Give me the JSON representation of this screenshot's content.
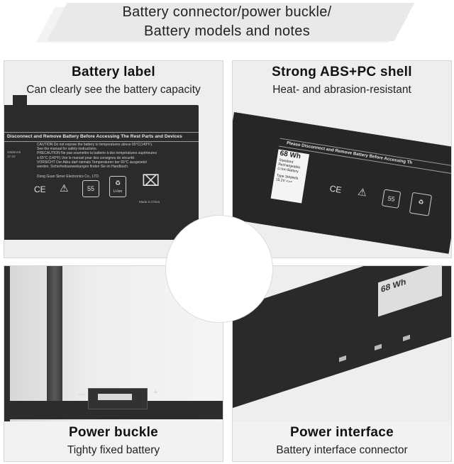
{
  "banner": {
    "line1": "Battery connector/power buckle/",
    "line2": "Battery models and notes"
  },
  "panels": [
    {
      "title": "Battery label",
      "subtitle": "Can clearly see the battery capacity"
    },
    {
      "title": "Strong ABS+PC shell",
      "subtitle": "Heat- and abrasion-resistant"
    },
    {
      "title": "Power buckle",
      "subtitle": "Tighty fixed battery"
    },
    {
      "title": "Power interface",
      "subtitle": "Battery interface connector"
    }
  ],
  "label": {
    "warning_header": "Disconnect and Remove Battery Before Accessing The Rest Parts and Devices",
    "caution": "CAUTION Do not expose the battery to temperatures above 65°C(149°F).",
    "see_manual": "See the manual for safety instructions.",
    "precaution": "PRECAUTION Ne pas soumettre la batterie à des températures supérieures",
    "precaution2": "à 65°C (149°F).Voir le manuel pour des consignes de sécurité.",
    "vorsicht": "VORSICHT Der Akku darf niemals Temperaturen ber 65°C ausgesetzt",
    "vorsicht2": "werden. Sicherheitsanweisungen finden Sie im Handbuch.",
    "maker": "Dong Guan Simer Electronics Co., LTD.",
    "capacity": "4250mAh",
    "voltage": "17.4V",
    "made_in": "Made in China",
    "li_ion": "Li-Ion",
    "ce": "CE",
    "cn": "55"
  },
  "shell_label": {
    "header": "Please Disconnect and Remove Battery Before Accessing Th",
    "wh": "68 Wh",
    "line1": "Standard",
    "line2": "Rechargeable",
    "line3": "Li-Ion Battery",
    "type": "Type 3HWHN",
    "volt": "15.2V ==="
  },
  "interface_label": {
    "wh": "68 Wh"
  },
  "buckle_marks": {
    "minus": "—",
    "plus": "+"
  }
}
